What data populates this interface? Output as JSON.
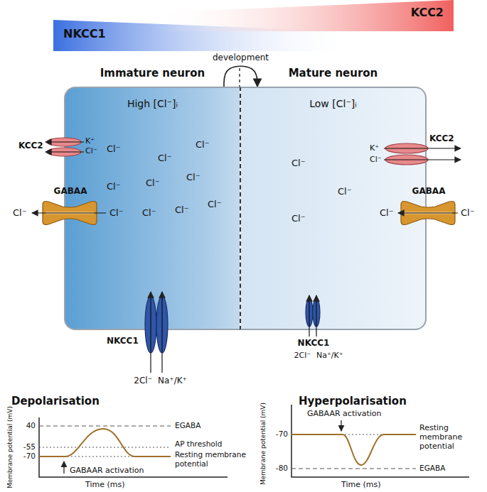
{
  "diagram": {
    "nodes": [
      {
        "text": [
          "NKCC1",
          "KCC2"
        ]
      },
      {
        "text": [
          "Immature neuron",
          "High [Cl⁻]ᵢ"
        ]
      },
      {
        "text": [
          "Mature neuron",
          "Low [Cl⁻]ᵢ"
        ]
      },
      {
        "text": [
          "KCC2",
          "K⁺",
          "Cl⁻"
        ],
        "in": 1
      },
      {
        "text": [
          "GABAA"
        ],
        "in": 1
      },
      {
        "text": [
          "NKCC1",
          "2Cl⁻",
          "Na⁺/K⁺"
        ],
        "in": 1
      },
      {
        "text": [
          "KCC2",
          "K⁺",
          "Cl⁻"
        ],
        "in": 2
      },
      {
        "text": [
          "GABAA"
        ],
        "in": 2
      },
      {
        "text": [
          "NKCC1",
          "2Cl⁻",
          "Na⁺/K⁺"
        ],
        "in": 2
      }
    ],
    "edges": [
      {
        "from": 1,
        "to": 2,
        "label": "development",
        "arrow": "to"
      }
    ],
    "labels": [
      "Cl⁻",
      "Cl⁻",
      "Cl⁻",
      "Cl⁻",
      "Cl⁻",
      "Cl⁻",
      "Cl⁻",
      "Cl⁻",
      "Cl⁻",
      "Cl⁻",
      "Cl⁻",
      "Cl⁻",
      "Cl⁻",
      "Cl⁻",
      "Cl⁻",
      "Cl⁻",
      "Depolarisation",
      "Membrane potential (mV)",
      "40",
      "-55",
      "-70",
      "EGABA",
      "AP threshold",
      "Resting membrane potential",
      "GABAAR activation",
      "Time (ms)",
      "Hyperpolarisation",
      "Membrane potential (mV)",
      "-70",
      "Resting membrane potential",
      "GABAAR activation",
      "-80",
      "EGABA",
      "Time (ms)"
    ]
  }
}
